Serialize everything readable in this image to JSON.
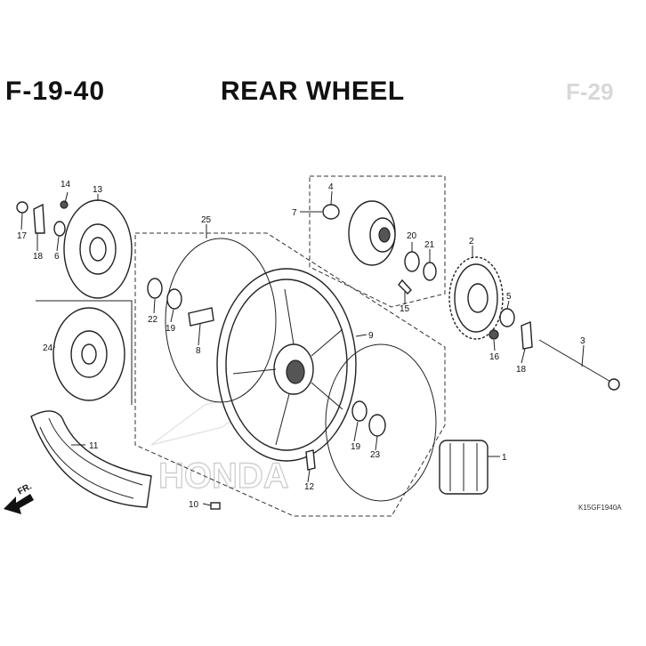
{
  "header": {
    "code": "F-19-40",
    "title": "REAR WHEEL",
    "ghost_ref": "F-29"
  },
  "diagram": {
    "code": "K15GF1940A",
    "front_arrow": "FR.",
    "watermark": "HONDA",
    "part_callouts": [
      "1",
      "2",
      "3",
      "4",
      "5",
      "6",
      "7",
      "8",
      "9",
      "10",
      "11",
      "12",
      "13",
      "14",
      "15",
      "16",
      "17",
      "18",
      "19",
      "20",
      "21",
      "22",
      "23",
      "24",
      "25"
    ],
    "labels": {
      "p1": "1",
      "p2": "2",
      "p3": "3",
      "p4": "4",
      "p5": "5",
      "p6": "6",
      "p7": "7",
      "p8": "8",
      "p9": "9",
      "p10": "10",
      "p11": "11",
      "p12": "12",
      "p13": "13",
      "p14": "14",
      "p15": "15",
      "p16": "16",
      "p17": "17",
      "p18a": "18",
      "p18b": "18",
      "p19a": "19",
      "p19b": "19",
      "p20": "20",
      "p21": "21",
      "p22": "22",
      "p23": "23",
      "p24": "24",
      "p25": "25"
    }
  },
  "colors": {
    "ink": "#111111",
    "paper": "#ffffff",
    "watermark": "#d8d8d8"
  }
}
